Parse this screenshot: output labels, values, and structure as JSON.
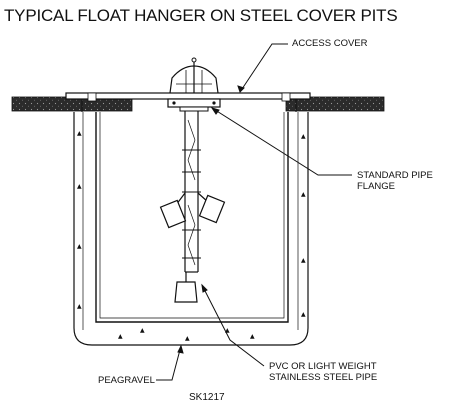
{
  "title": "TYPICAL FLOAT HANGER ON STEEL COVER PITS",
  "callouts": {
    "access_cover": "ACCESS COVER",
    "flange_line1": "STANDARD PIPE",
    "flange_line2": "FLANGE",
    "pipe_line1": "PVC OR LIGHT WEIGHT",
    "pipe_line2": "STAINLESS STEEL PIPE",
    "peagravel": "PEAGRAVEL"
  },
  "drawing_number": "SK1217",
  "colors": {
    "ink": "#111111",
    "concrete_fill": "#2a2a2a",
    "background": "#ffffff"
  }
}
